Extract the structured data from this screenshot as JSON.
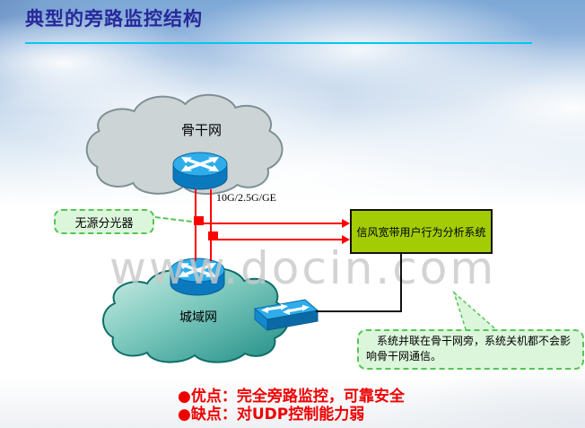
{
  "slide": {
    "title": "典型的旁路监控结构",
    "watermark": "www.docin.com"
  },
  "diagram": {
    "backbone_cloud_label": "骨干网",
    "metro_cloud_label": "城域网",
    "link_label": "10G/2.5G/GE",
    "splitter_label": "无源分光器",
    "system_box_label": "信风宽带用户行为分析系统",
    "callout_text": "系统并联在骨干网旁，系统关机都不会影响骨干网通信。"
  },
  "bullets": [
    "●优点：完全旁路监控，可靠安全",
    "●缺点：对UDP控制能力弱"
  ],
  "colors": {
    "title_text": "#28289b",
    "title_underline": "#00c8f2",
    "link_red": "#ff0000",
    "system_box_fill": "#a3cc05",
    "callout_fill": "#dcf6dc",
    "callout_border": "#55c455",
    "bullet_red": "#ee0000",
    "backbone_cloud_fill": "#ccd4d6",
    "metro_cloud_teal": "#2e968e",
    "device_blue": "#2fadea"
  }
}
